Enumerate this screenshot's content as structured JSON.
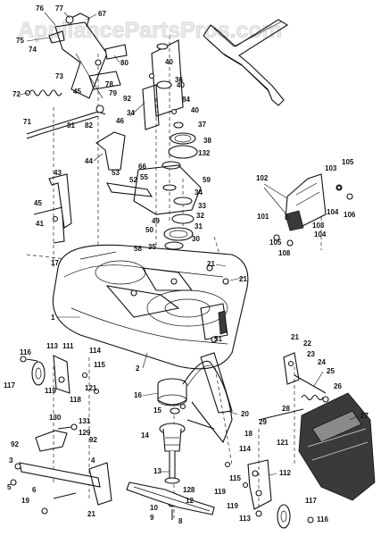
{
  "watermark": "AppliancePartsPros.com",
  "callouts": [
    "76",
    "77",
    "67",
    "75",
    "74",
    "80",
    "73",
    "78",
    "72",
    "45",
    "79",
    "92",
    "71",
    "81",
    "82",
    "46",
    "40",
    "36",
    "84",
    "34",
    "37",
    "38",
    "132",
    "44",
    "59",
    "66",
    "55",
    "52",
    "43",
    "45",
    "41",
    "49",
    "50",
    "34",
    "53",
    "33",
    "32",
    "31",
    "30",
    "58",
    "35",
    "17",
    "21",
    "21",
    "1",
    "51",
    "113",
    "116",
    "111",
    "114",
    "115",
    "117",
    "119",
    "118",
    "121",
    "2",
    "130",
    "131",
    "129",
    "92",
    "92",
    "3",
    "16",
    "15",
    "20",
    "14",
    "5",
    "6",
    "4",
    "19",
    "21",
    "13",
    "128",
    "12",
    "10",
    "9",
    "8",
    "18",
    "114",
    "121",
    "29",
    "28",
    "115",
    "112",
    "116",
    "117",
    "119",
    "113",
    "119",
    "27",
    "26",
    "25",
    "24",
    "23",
    "22",
    "21",
    "102",
    "103",
    "105",
    "104",
    "106",
    "101",
    "103",
    "104",
    "105",
    "108",
    "40",
    "40"
  ]
}
